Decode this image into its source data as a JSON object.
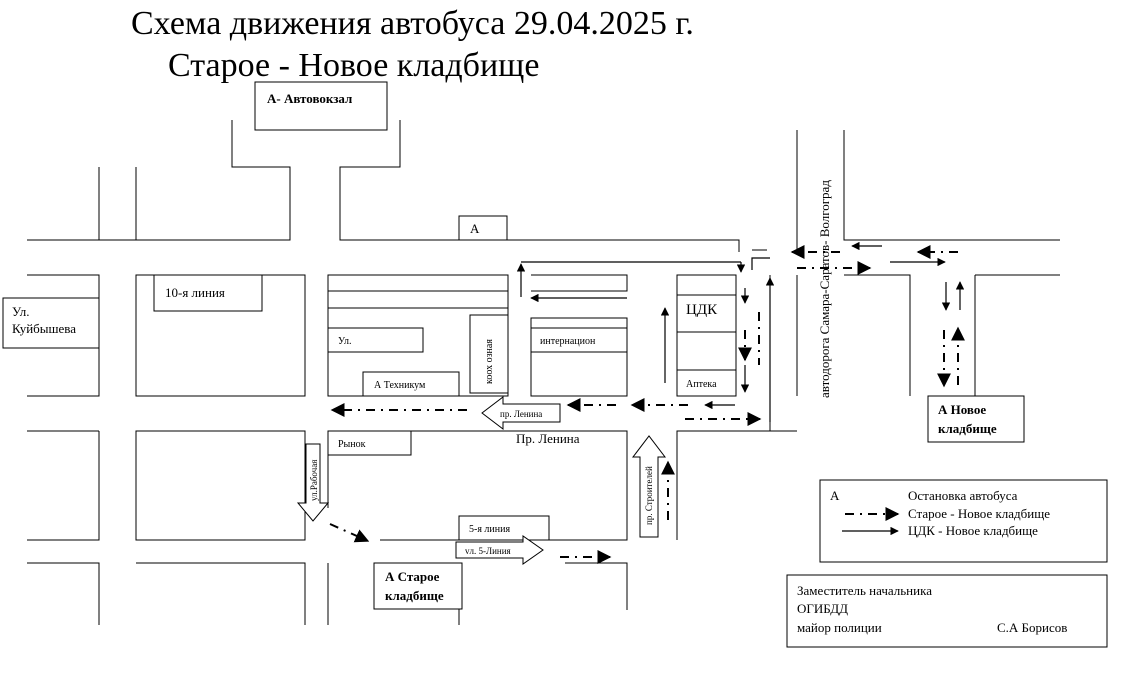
{
  "header": {
    "title_line1": "Схема движения автобуса 29.04.2025 г.",
    "title_line2": "Старое - Новое кладбище"
  },
  "labels": {
    "avtovokzal": "А- Автовокзал",
    "stop_a_top": "А",
    "line10": "10-я линия",
    "kuibysheva_1": "Ул.",
    "kuibysheva_2": "Куйбышева",
    "ul": "Ул.",
    "koohoznaya": "коох озная",
    "internacion": "интернацион",
    "tekhnikum": "А Техникум",
    "cdk": "ЦДК",
    "apteka": "Аптека",
    "highway": "автодорога Самара-Саратов- Волгоград",
    "new_cemetery_1": "А Новое",
    "new_cemetery_2": "кладбище",
    "pr_lenina_arrow": "пр. Ленина",
    "pr_lenina": "Пр. Ленина",
    "rynok": "Рынок",
    "rabochaya": "ул.Рабочая",
    "stroitelnaya": "пр. Строителей",
    "line5": "5-я линия",
    "line5_arrow": "vл. 5-Линия",
    "old_cemetery_1": "А Старое",
    "old_cemetery_2": "кладбище"
  },
  "legend": {
    "stop_symbol": "А",
    "stop_text": "Остановка автобуса",
    "dash_text": "Старое - Новое кладбище",
    "solid_text": "ЦДК - Новое кладбище"
  },
  "signature": {
    "line1": "Заместитель начальника",
    "line2": "ОГИБДД",
    "line3": "майор полиции",
    "name": "С.А Борисов"
  }
}
